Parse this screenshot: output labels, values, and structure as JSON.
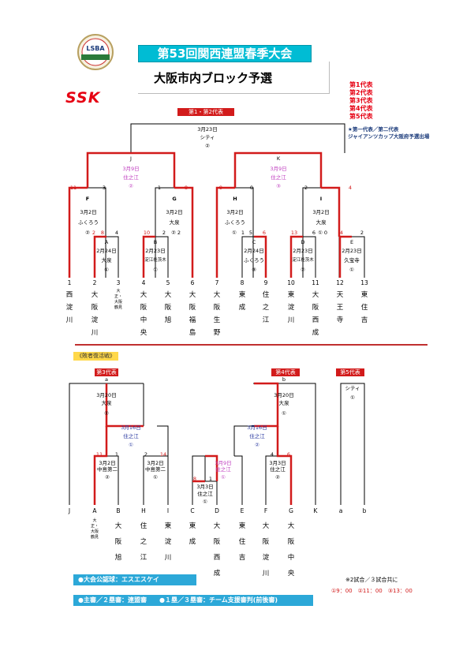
{
  "header": {
    "title": "第53回関西連盟春季大会",
    "subtitle": "大阪市内ブロック予選",
    "logo_text": "LSBA",
    "brand": "SSK",
    "legend": [
      "第1代表",
      "第2代表",
      "第3代表",
      "第4代表",
      "第5代表"
    ],
    "legend_note": [
      "★第一代表／第二代表",
      "ジャイアンツカップ大阪府予選出場"
    ]
  },
  "winners_bracket": {
    "label": "第1・第2代表",
    "final": {
      "date": "3月23日",
      "venue": "シティ",
      "no": "②"
    },
    "semi_J": {
      "id": "J",
      "date": "3月9日",
      "venue": "住之江",
      "no": "②"
    },
    "semi_K": {
      "id": "K",
      "date": "3月9日",
      "venue": "住之江",
      "no": "③"
    },
    "qf_F": {
      "id": "F",
      "date": "3月2日",
      "venue": "ふくろう",
      "no": "②"
    },
    "qf_G": {
      "id": "G",
      "date": "3月2日",
      "venue": "大泉",
      "no": "②"
    },
    "qf_H": {
      "id": "H",
      "date": "3月2日",
      "venue": "ふくろう",
      "no": "①"
    },
    "qf_I": {
      "id": "I",
      "date": "3月2日",
      "venue": "大泉",
      "no": "①"
    },
    "r1_A": {
      "id": "A",
      "date": "2月24日",
      "venue": "大泉",
      "no": "①"
    },
    "r1_B": {
      "id": "B",
      "date": "2月23日",
      "venue": "淀江社茨木",
      "no": "①"
    },
    "r1_C": {
      "id": "C",
      "date": "2月24日",
      "venue": "ふくろう",
      "no": "③"
    },
    "r1_D": {
      "id": "D",
      "date": "2月23日",
      "venue": "淀江社茨木",
      "no": "②"
    },
    "r1_E": {
      "id": "E",
      "date": "2月23日",
      "venue": "久宝寺",
      "no": "①"
    },
    "scores": {
      "J_left": "11",
      "J_right": "3",
      "G_left": "1",
      "G_right": "8",
      "H_left": "9",
      "H_right": "0",
      "I_left": "2",
      "I_right": "4",
      "F_l": "2",
      "A_l": "8",
      "A_r": "4",
      "B_l": "10",
      "B_r": "2",
      "G2": "2",
      "H2": "1",
      "C_l": "5",
      "C_r": "6",
      "D_l": "13",
      "D_r": "6",
      "I2": "0",
      "E_l": "4",
      "E_r": "2"
    },
    "teams": [
      {
        "n": "1",
        "name": "西淀川"
      },
      {
        "n": "2",
        "name": "大阪淀川"
      },
      {
        "n": "3",
        "name": "大正・大阪鶴見"
      },
      {
        "n": "4",
        "name": "大阪中央"
      },
      {
        "n": "5",
        "name": "大阪旭"
      },
      {
        "n": "6",
        "name": "大阪福島"
      },
      {
        "n": "7",
        "name": "大阪生野"
      },
      {
        "n": "8",
        "name": "東成"
      },
      {
        "n": "9",
        "name": "住之江"
      },
      {
        "n": "10",
        "name": "東淀川"
      },
      {
        "n": "11",
        "name": "大阪西成"
      },
      {
        "n": "12",
        "name": "天王寺"
      },
      {
        "n": "13",
        "name": "東住吉"
      }
    ]
  },
  "repechage": {
    "label": "《敗者復活戦》",
    "tag3": "第3代表",
    "tag4": "第4代表",
    "tag5": "第5代表",
    "final_a": {
      "id": "a",
      "date": "3月20日",
      "venue": "大泉",
      "no": "②"
    },
    "final_b": {
      "id": "b",
      "date": "3月20日",
      "venue": "大泉",
      "no": "①"
    },
    "city": {
      "venue": "シティ",
      "no": "①"
    },
    "semi_left": {
      "date": "3月16日",
      "venue": "住之江",
      "no": "①"
    },
    "semi_right": {
      "date": "3月16日",
      "venue": "住之江",
      "no": "②"
    },
    "r_left1": {
      "date": "3月2日",
      "venue": "中島第二",
      "no": "②"
    },
    "r_left2": {
      "date": "3月2日",
      "venue": "中島第二",
      "no": "①"
    },
    "r_mid": {
      "date": "3月9日",
      "venue": "住之江",
      "no": "①"
    },
    "r_mid2": {
      "date": "3月3日",
      "venue": "住之江",
      "no": "①"
    },
    "r_right": {
      "date": "3月3日",
      "venue": "住之江",
      "no": "②"
    },
    "scores": {
      "s11": "11",
      "s1": "1",
      "s2": "2",
      "s14": "14",
      "s8": "8",
      "s1b": "1",
      "s4": "4",
      "s6": "6"
    },
    "slots": [
      {
        "id": "J",
        "name": ""
      },
      {
        "id": "A",
        "name": "大正・大阪鶴見"
      },
      {
        "id": "B",
        "name": "大阪旭"
      },
      {
        "id": "H",
        "name": "住之江"
      },
      {
        "id": "I",
        "name": "東淀川"
      },
      {
        "id": "C",
        "name": "東成"
      },
      {
        "id": "D",
        "name": "大阪西成"
      },
      {
        "id": "E",
        "name": "東住吉"
      },
      {
        "id": "F",
        "name": "大阪淀川"
      },
      {
        "id": "G",
        "name": "大阪中央"
      },
      {
        "id": "K",
        "name": ""
      },
      {
        "id": "a",
        "name": ""
      },
      {
        "id": "b",
        "name": ""
      }
    ]
  },
  "footer": {
    "certified": "●大会公認球：エスエスケイ",
    "officials": "●主審／２塁審：連盟審　　●１塁／３塁審：チーム支援審判(前後審)",
    "note": "※2試合／３試合共に",
    "times": "①9：00　②11：00　③13：00"
  },
  "colors": {
    "red": "#d21b1b",
    "blue": "#2ca8d8",
    "cyan": "#00bcd4",
    "pink": "#c040c0",
    "navy": "#2a39a0"
  }
}
